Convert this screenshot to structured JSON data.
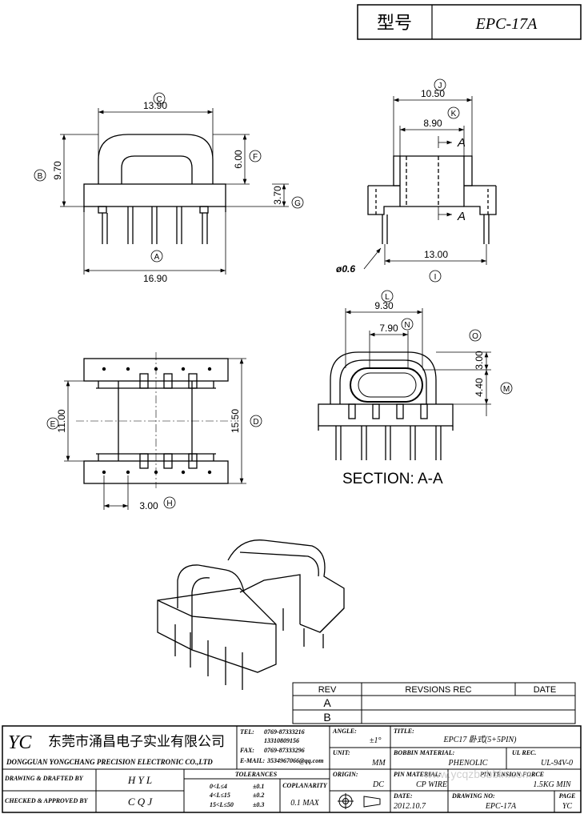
{
  "header": {
    "model_label": "型号",
    "model_value": "EPC-17A"
  },
  "dims": {
    "C": "13.90",
    "B": "9.70",
    "F": "6.00",
    "G": "3.70",
    "A": "16.90",
    "J": "10.50",
    "K": "8.90",
    "I": "13.00",
    "pin_dia": "ø0.6",
    "E": "11.00",
    "D": "15.50",
    "H": "3.00",
    "L": "9.30",
    "N": "7.90",
    "O": "3.00",
    "M": "4.40"
  },
  "letters": {
    "A": "A",
    "B": "B",
    "C": "C",
    "D": "D",
    "E": "E",
    "F": "F",
    "G": "G",
    "H": "H",
    "I": "I",
    "J": "J",
    "K": "K",
    "L": "L",
    "M": "M",
    "N": "N",
    "O": "O"
  },
  "section_marks": {
    "top": "A",
    "bottom": "A"
  },
  "section_title": "SECTION: A-A",
  "revision": {
    "col_rev": "REV",
    "col_rec": "REVSIONS REC",
    "col_date": "DATE",
    "rows": [
      "A",
      "B"
    ]
  },
  "title_block": {
    "logo": "YC",
    "company_cn": "东莞市涌昌电子实业有限公司",
    "company_en": "DONGGUAN YONGCHANG PRECISION ELECTRONIC CO.,LTD",
    "tel_label": "TEL:",
    "tel1": "0769-87333216",
    "tel2": "13310809156",
    "fax_label": "FAX:",
    "fax": "0769-87333296",
    "email_label": "E-MAIL:",
    "email": "3534967066@qq.com",
    "angle_label": "ANGLE:",
    "angle": "±1°",
    "title_label": "TITLE:",
    "title": "EPC17 卧式(5+5PIN)",
    "unit_label": "UNIT:",
    "unit": "MM",
    "material_label": "BOBBIN MATERIAL:",
    "material": "PHENOLIC",
    "ulrec_label": "UL REC.",
    "ulrec": "UL-94V-0",
    "origin_label": "ORIGIN:",
    "origin": "DC",
    "pinmat_label": "PIN MATERIAL:",
    "pinmat": "CP WIRE",
    "pinten_label": "PIN TENSION FORCE",
    "pinten": "1.5KG MIN",
    "drawn_label": "DRAWING & DRAFTED BY",
    "drawn": "H Y L",
    "checked_label": "CHECKED & APPROVED BY",
    "checked": "C Q J",
    "tol_label": "TOLERANCES",
    "tol_rows": [
      [
        "0<L≤4",
        "±0.1"
      ],
      [
        "4<L≤15",
        "±0.2"
      ],
      [
        "15<L≤50",
        "±0.3"
      ]
    ],
    "copl_label": "COPLANARITY",
    "copl": "0.1 MAX",
    "date_label": "DATE:",
    "date": "2012.10.7",
    "drawingno_label": "DRAWING NO:",
    "drawingno": "EPC-17A",
    "page_label": "PAGE",
    "page": "YC",
    "watermark": "www.ycqzbobbin.com"
  }
}
